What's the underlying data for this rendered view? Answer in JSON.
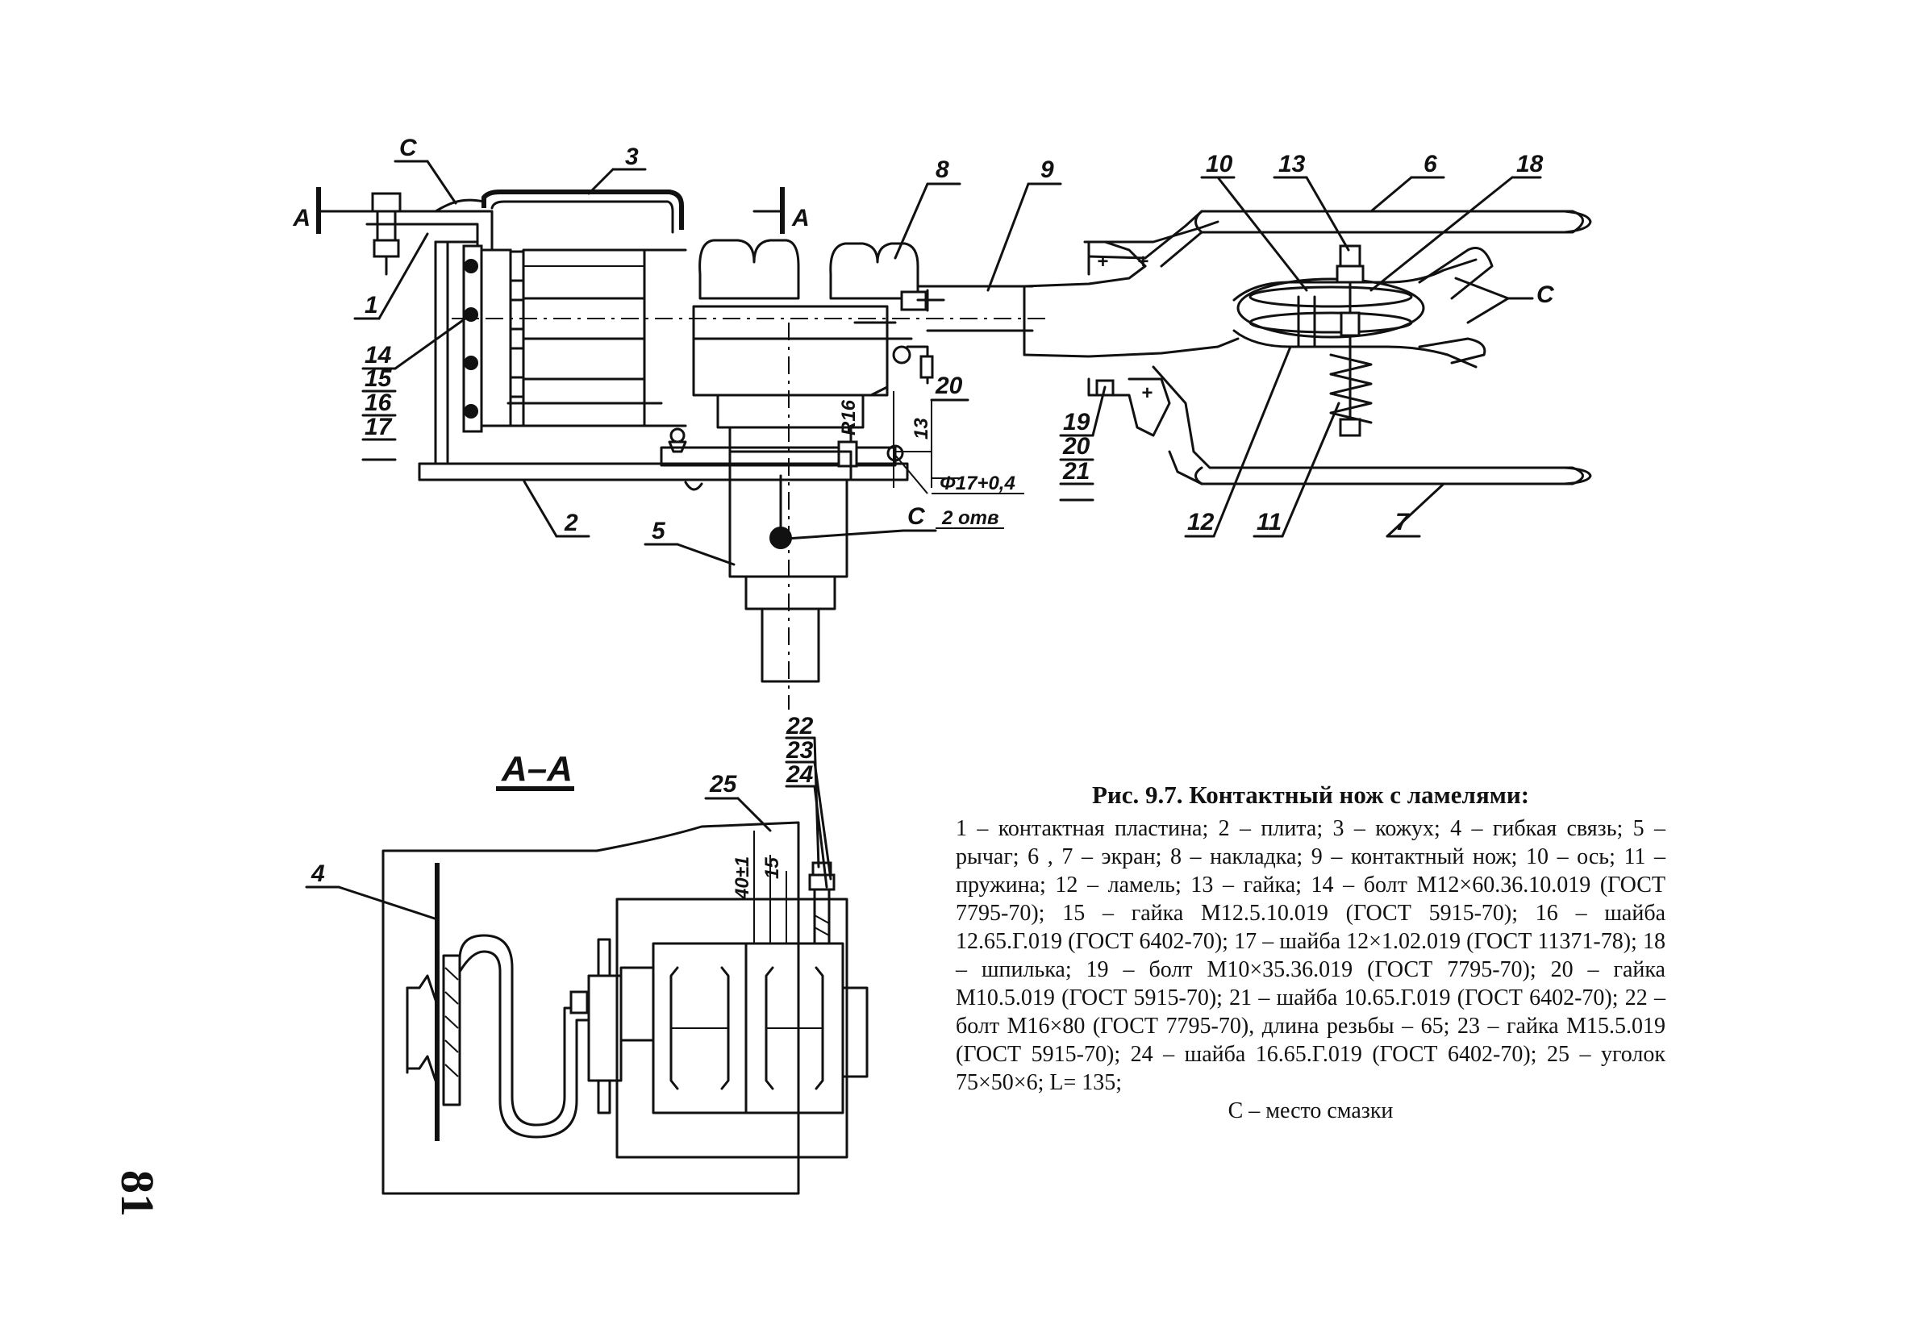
{
  "page_number": "81",
  "caption": {
    "title": "Рис. 9.7. Контактный нож с ламелями:",
    "body": "1 – контактная пластина; 2 – плита; 3 – кожух; 4 – гибкая связь; 5 – рычаг; 6 , 7 – экран; 8 – накладка; 9 – контактный нож; 10 – ось; 11 – пружина; 12 – ламель; 13 – гайка; 14 – болт М12×60.36.10.019 (ГОСТ 7795-70); 15 – гайка М12.5.10.019 (ГОСТ 5915-70); 16 – шайба 12.65.Г.019 (ГОСТ 6402-70); 17 – шайба 12×1.02.019 (ГОСТ 11371-78); 18 – шпилька; 19 – болт М10×35.36.019 (ГОСТ 7795-70); 20 – гайка М10.5.019 (ГОСТ 5915-70); 21 – шайба 10.65.Г.019 (ГОСТ 6402-70); 22 – болт М16×80 (ГОСТ 7795-70), длина резьбы – 65; 23 – гайка М15.5.019 (ГОСТ 5915-70); 24 – шайба 16.65.Г.019 (ГОСТ 6402-70); 25 – уголок 75×50×6; L= 135;",
    "last_line": "С – место смазки"
  },
  "labels": {
    "l1": "1",
    "l2": "2",
    "l3": "3",
    "l4": "4",
    "l5": "5",
    "l6": "6",
    "l7": "7",
    "l8": "8",
    "l9": "9",
    "l10": "10",
    "l11": "11",
    "l12": "12",
    "l13": "13",
    "l14": "14",
    "l15": "15",
    "l16": "16",
    "l17": "17",
    "l18": "18",
    "l19": "19",
    "l20a": "20",
    "l20b": "20",
    "l21": "21",
    "l22": "22",
    "l23": "23",
    "l24": "24",
    "l25": "25",
    "c1": "C",
    "c2": "C",
    "c3": "C",
    "secA1": "A",
    "secA2": "A",
    "section_title": "A–A",
    "dim_hole": "Φ17+0,4",
    "dim_holes_count": "2 отв",
    "dim_13": "13",
    "dim_15": "15",
    "dim_40": "40±1",
    "dim_r16": "R16"
  }
}
